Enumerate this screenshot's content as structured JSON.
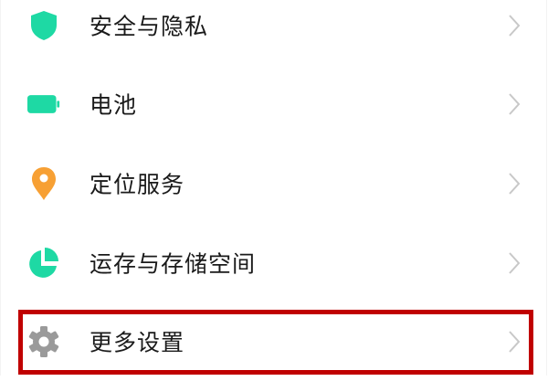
{
  "settings_list": {
    "items": [
      {
        "label": "安全与隐私",
        "icon": "shield-icon",
        "icon_color": "#1ed9a4"
      },
      {
        "label": "电池",
        "icon": "battery-icon",
        "icon_color": "#1ed9a4"
      },
      {
        "label": "定位服务",
        "icon": "location-pin-icon",
        "icon_color": "#f7a034"
      },
      {
        "label": "运存与存储空间",
        "icon": "pie-chart-icon",
        "icon_color": "#1ed9a4"
      },
      {
        "label": "更多设置",
        "icon": "gear-icon",
        "icon_color": "#9a9a9a"
      }
    ],
    "chevron_color": "#c8c8c8"
  },
  "highlight": {
    "target": "更多设置",
    "color": "#c00000"
  }
}
